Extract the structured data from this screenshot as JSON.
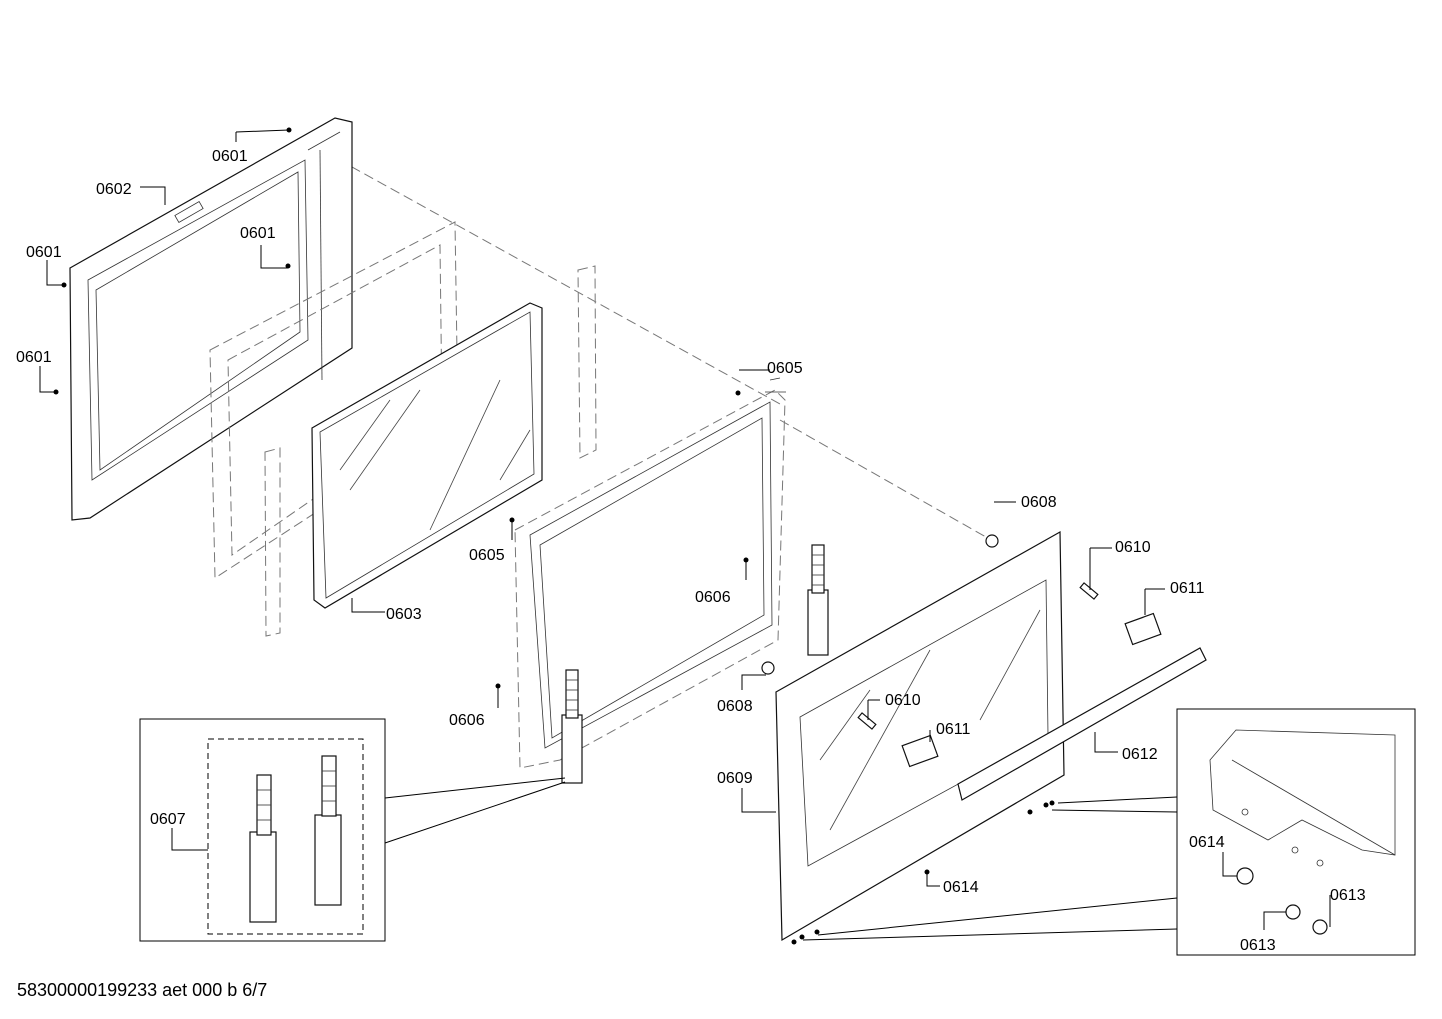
{
  "footer_code": "58300000199233 aet 000 b 6/7",
  "labels": {
    "l0601a": "0601",
    "l0602": "0602",
    "l0601b": "0601",
    "l0601c": "0601",
    "l0601d": "0601",
    "l0603": "0603",
    "l0605a": "0605",
    "l0605b": "0605",
    "l0606a": "0606",
    "l0606b": "0606",
    "l0607": "0607",
    "l0608a": "0608",
    "l0608b": "0608",
    "l0609": "0609",
    "l0610a": "0610",
    "l0610b": "0610",
    "l0611a": "0611",
    "l0611b": "0611",
    "l0612": "0612",
    "l0613a": "0613",
    "l0613b": "0613",
    "l0614a": "0614",
    "l0614b": "0614"
  }
}
